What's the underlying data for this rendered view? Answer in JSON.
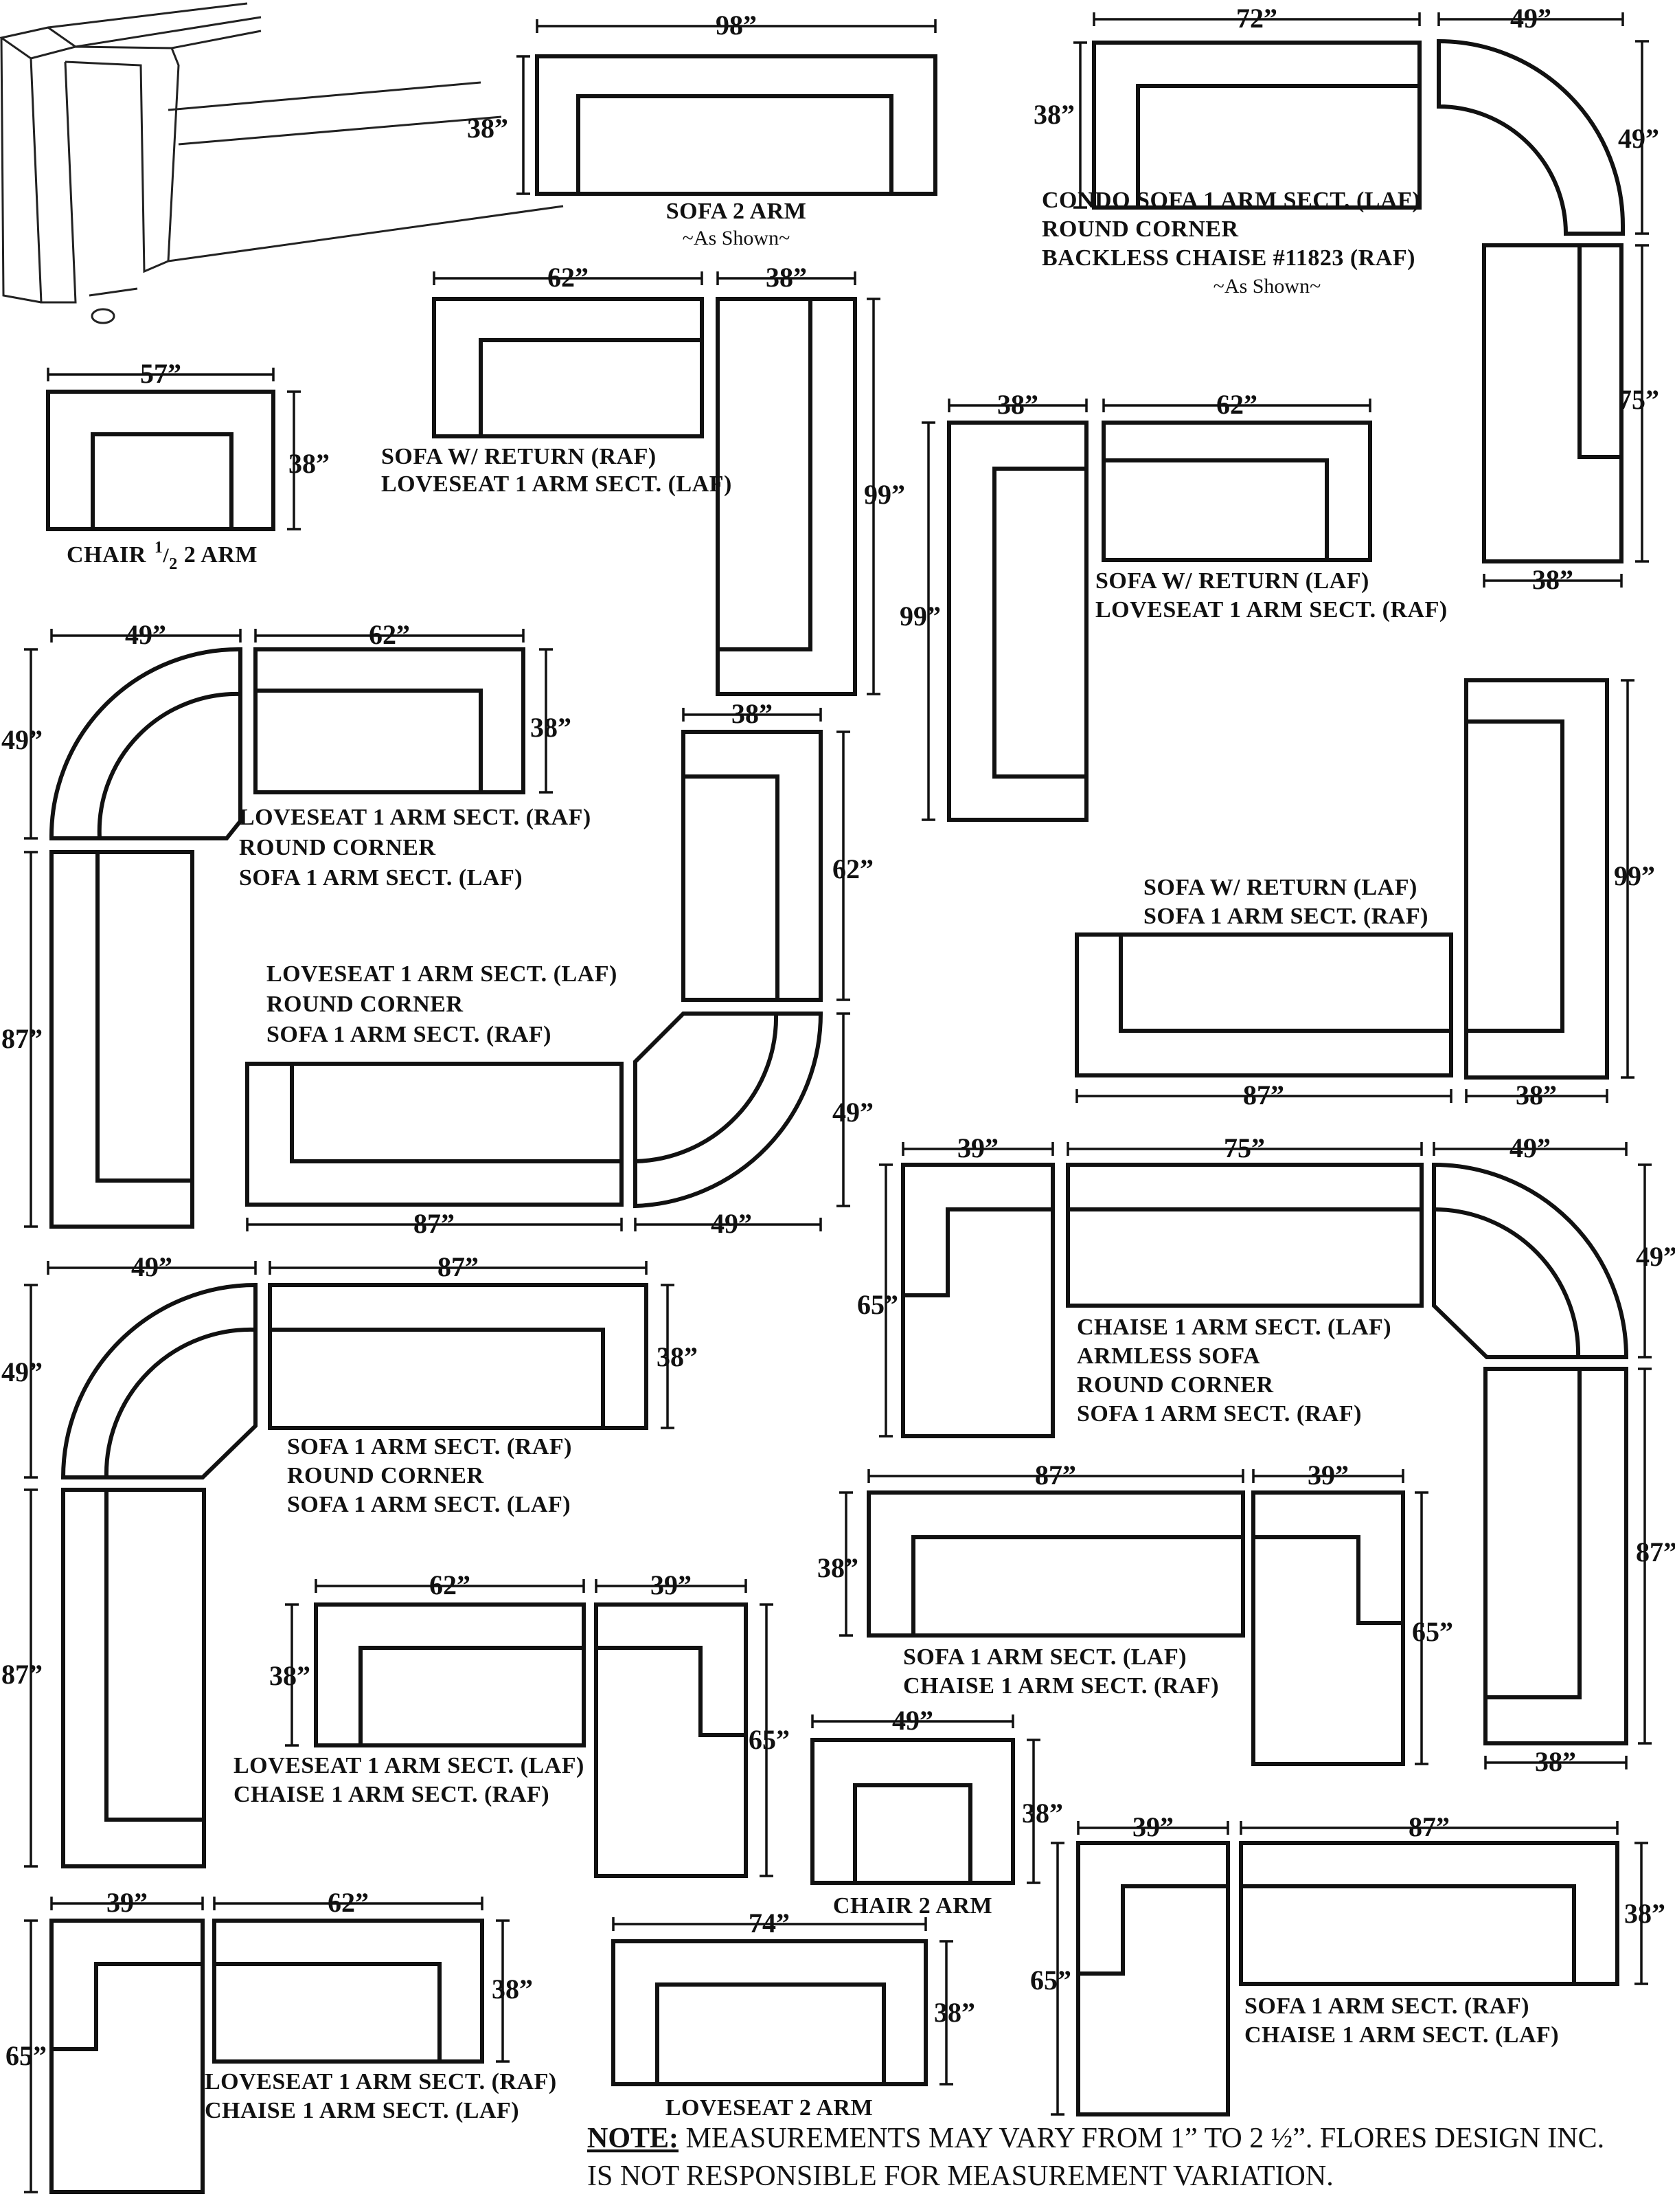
{
  "units": {
    "sofa_2_arm": {
      "name": "SOFA 2 ARM",
      "sub": "~As Shown~",
      "w": "98”",
      "d": "38”"
    },
    "condo_sect": {
      "lines": [
        "CONDO SOFA 1 ARM SECT. (LAF)",
        "ROUND CORNER",
        "BACKLESS CHAISE #11823 (RAF)"
      ],
      "sub": "~As Shown~",
      "w": "72”",
      "d": "38”",
      "corner_w": "49”",
      "corner_d": "49”",
      "chaise_l": "75”",
      "chaise_w": "38”"
    },
    "chair_half": {
      "name": "CHAIR",
      "frac_num": "1",
      "frac_den": "2",
      "name_end": " 2 ARM",
      "w": "57”",
      "d": "38”"
    },
    "sofa_return_raf": {
      "lines": [
        "SOFA W/ RETURN (RAF)",
        "LOVESEAT 1 ARM SECT. (LAF)"
      ],
      "w": "62”",
      "w2": "38”",
      "l": "99”"
    },
    "sofa_return_laf": {
      "lines": [
        "SOFA W/ RETURN (LAF)",
        "LOVESEAT 1 ARM SECT. (RAF)"
      ],
      "w": "38”",
      "w2": "62”",
      "l": "99”"
    },
    "loveseat_rc_sofa_a": {
      "lines": [
        "LOVESEAT 1 ARM SECT. (RAF)",
        "ROUND CORNER",
        " SOFA 1 ARM SECT. (LAF)"
      ],
      "corner": "49”",
      "corner_d": "49”",
      "ls_w": "62”",
      "ls_d": "38”",
      "sofa_l": "87”"
    },
    "loveseat_rc_sofa_b": {
      "lines": [
        "LOVESEAT 1 ARM SECT. (LAF)",
        "ROUND CORNER",
        " SOFA 1 ARM SECT. (RAF)"
      ],
      "top_w": "38”",
      "top_l": "62”",
      "corner_d": "49”",
      "corner_w": "49”",
      "sofa_l": "87”"
    },
    "sofa_return_laf2": {
      "lines": [
        "SOFA W/ RETURN (LAF)",
        "SOFA 1 ARM SECT. (RAF)"
      ],
      "l": "99”",
      "w": "87”",
      "d": "38”"
    },
    "chaise_armless": {
      "lines": [
        "CHAISE 1 ARM SECT. (LAF)",
        "ARMLESS SOFA",
        "ROUND CORNER",
        "SOFA 1 ARM SECT. (RAF)"
      ],
      "chaise_w": "39”",
      "chaise_l": "65”",
      "armless_w": "75”",
      "corner_w": "49”",
      "corner_d": "49”",
      "sofa_l": "87”",
      "sofa_d": "38”"
    },
    "sofa_rc_sofa": {
      "lines": [
        "SOFA 1 ARM SECT. (RAF)",
        "ROUND CORNER",
        "SOFA 1 ARM SECT. (LAF)"
      ],
      "corner_w": "49”",
      "corner_d": "49”",
      "sofa_w": "87”",
      "sofa_d": "38”",
      "sofa_l": "87”"
    },
    "sofa_chaise_raf": {
      "lines": [
        "SOFA 1 ARM SECT. (LAF)",
        "CHAISE 1 ARM SECT. (RAF)"
      ],
      "sofa_w": "87”",
      "d": "38”",
      "chaise_w": "39”",
      "chaise_l": "65”"
    },
    "ls_chaise_raf": {
      "lines": [
        "LOVESEAT 1 ARM SECT. (LAF)",
        "CHAISE 1 ARM SECT. (RAF)"
      ],
      "ls_w": "62”",
      "d": "38”",
      "chaise_w": "39”",
      "chaise_l": "65”"
    },
    "chair_2_arm": {
      "name": "CHAIR 2 ARM",
      "w": "49”",
      "d": "38”"
    },
    "ls_chaise_laf": {
      "lines": [
        "LOVESEAT 1 ARM SECT. (RAF)",
        "CHAISE 1 ARM SECT. (LAF)"
      ],
      "chaise_w": "39”",
      "chaise_l": "65”",
      "ls_w": "62”",
      "d": "38”"
    },
    "loveseat_2_arm": {
      "name": "LOVESEAT 2 ARM",
      "w": "74”",
      "d": "38”"
    },
    "sofa_chaise_laf": {
      "lines": [
        "SOFA 1 ARM SECT. (RAF)",
        "CHAISE 1 ARM SECT. (LAF)"
      ],
      "chaise_w": "39”",
      "chaise_l": "65”",
      "sofa_w": "87”",
      "d": "38”"
    }
  },
  "note": {
    "label": "NOTE:",
    "line1": " MEASUREMENTS MAY VARY FROM 1” TO 2 ½”. FLORES DESIGN INC.",
    "line2": "IS NOT RESPONSIBLE FOR MEASUREMENT VARIATION."
  }
}
